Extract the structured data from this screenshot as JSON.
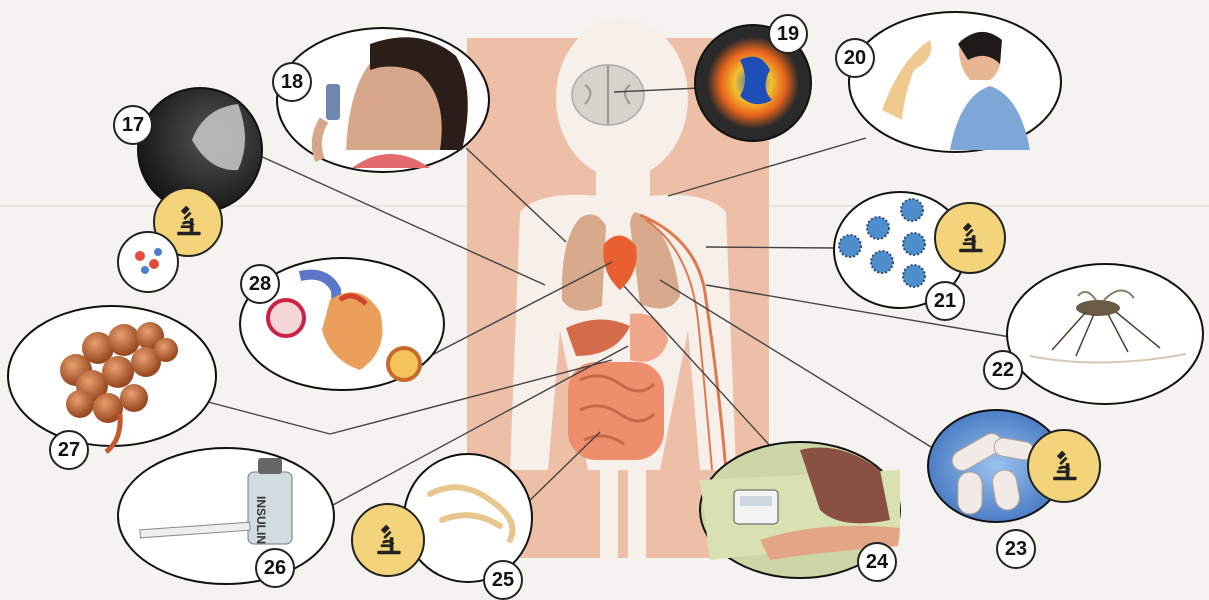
{
  "callouts": [
    {
      "n": "17",
      "topic": "lung-tissue-microscopy"
    },
    {
      "n": "18",
      "topic": "asthma-inhaler"
    },
    {
      "n": "19",
      "topic": "brain-scan"
    },
    {
      "n": "20",
      "topic": "joint-and-neck-pain"
    },
    {
      "n": "21",
      "topic": "viruses-under-microscope"
    },
    {
      "n": "22",
      "topic": "mosquito"
    },
    {
      "n": "23",
      "topic": "bacteria-under-microscope"
    },
    {
      "n": "24",
      "topic": "blood-pressure-measurement"
    },
    {
      "n": "25",
      "topic": "intestinal-worms"
    },
    {
      "n": "26",
      "topic": "insulin-injection"
    },
    {
      "n": "27",
      "topic": "liver-tissue"
    },
    {
      "n": "28",
      "topic": "heart-and-arteries"
    }
  ],
  "labels": {
    "n17": "17",
    "n18": "18",
    "n19": "19",
    "n20": "20",
    "n21": "21",
    "n22": "22",
    "n23": "23",
    "n24": "24",
    "n25": "25",
    "n26": "26",
    "n27": "27",
    "n28": "28",
    "insulin_bottle": "INSULIN"
  },
  "colors": {
    "background_panel": "#eebfa7",
    "body_silhouette": "#f6efea",
    "microscope_badge": "#f3d47a",
    "outline": "#222222",
    "leader_line": "#444444",
    "intestine": "#ef8e6d",
    "lungs": "#d8a98a",
    "heart": "#e8602f"
  }
}
